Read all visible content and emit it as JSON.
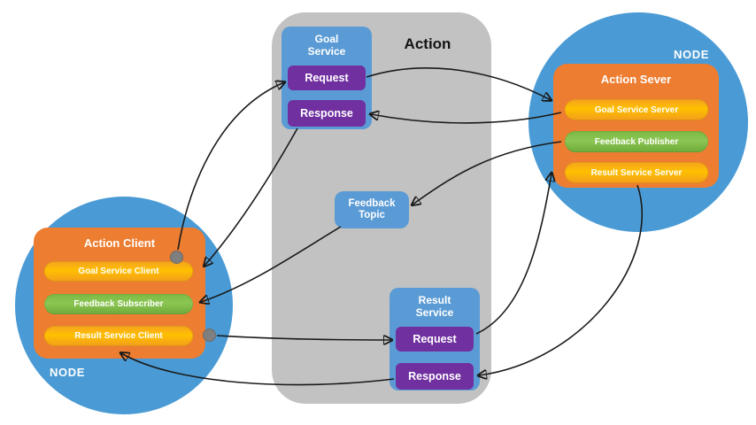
{
  "diagram": {
    "action_group": {
      "title": "Action"
    },
    "goal_service": {
      "title": "Goal Service",
      "request_label": "Request",
      "response_label": "Response"
    },
    "feedback_topic": {
      "title": "Feedback Topic"
    },
    "result_service": {
      "title": "Result Service",
      "request_label": "Request",
      "response_label": "Response"
    },
    "server_node": {
      "label": "NODE",
      "title": "Action Sever",
      "items": [
        "Goal Service Server",
        "Feedback Publisher",
        "Result Service Server"
      ]
    },
    "client_node": {
      "label": "NODE",
      "title": "Action Client",
      "items": [
        "Goal Service Client",
        "Feedback Subscriber",
        "Result Service Client"
      ]
    },
    "connections": [
      {
        "from": "goal-service-client",
        "to": "goal-request"
      },
      {
        "from": "goal-request",
        "to": "action-server"
      },
      {
        "from": "goal-service-server",
        "to": "goal-response"
      },
      {
        "from": "goal-response",
        "to": "goal-service-client"
      },
      {
        "from": "feedback-publisher",
        "to": "feedback-topic"
      },
      {
        "from": "feedback-topic",
        "to": "feedback-subscriber"
      },
      {
        "from": "result-service-client",
        "to": "result-request"
      },
      {
        "from": "result-request",
        "to": "result-service-server"
      },
      {
        "from": "result-service-server",
        "to": "result-response"
      },
      {
        "from": "result-response",
        "to": "result-service-client"
      }
    ],
    "colors": {
      "node_circle": "#4A9BD5",
      "service_box": "#5B9BD5",
      "request_response": "#7030A0",
      "action_box": "#ED7D31",
      "service_pill": "#FFC000",
      "feedback_pill": "#70AD47",
      "action_panel": "#C2C2C2",
      "arrow": "#1A1A1A",
      "connector_dot": "#7F7F7F"
    }
  }
}
